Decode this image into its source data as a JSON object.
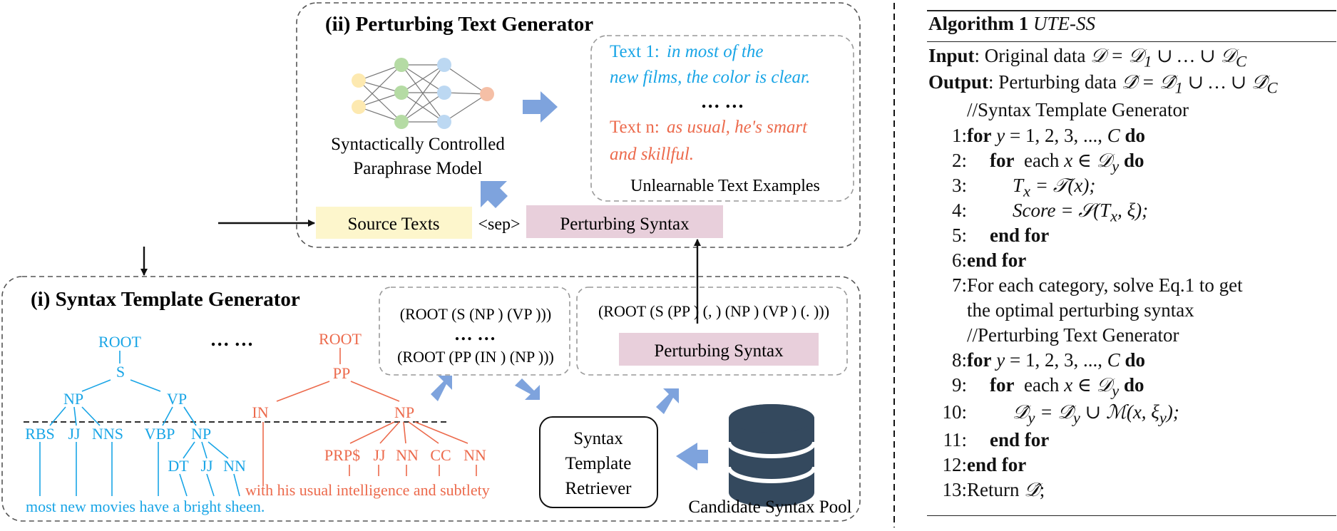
{
  "colors": {
    "blue": "#19a5e6",
    "red": "#ec6a4c",
    "arrow_blue": "#7ea3dd",
    "db": "#34495e",
    "source_fill": "#fdf6cc",
    "syntax_fill": "#e8cfdb"
  },
  "generator": {
    "title": "(ii) Perturbing Text Generator",
    "model_label_1": "Syntactically Controlled",
    "model_label_2": "Paraphrase Model",
    "examples": {
      "text1_label": "Text 1:",
      "text1_line1": "in most of the",
      "text1_line2": "new films, the color is clear.",
      "ellipsis": "… …",
      "textn_label": "Text n:",
      "textn_line1": "as usual, he's smart",
      "textn_line2": "and skillful.",
      "caption": "Unlearnable Text Examples"
    },
    "source_texts": "Source Texts",
    "sep": "<sep>",
    "perturbing_syntax": "Perturbing Syntax"
  },
  "template_generator": {
    "title": "(i) Syntax Template Generator",
    "ellipsis": "… …",
    "tree1": {
      "root": "ROOT",
      "s": "S",
      "np": "NP",
      "vp": "VP",
      "rbs": "RBS",
      "jj": "JJ",
      "nns": "NNS",
      "vbp": "VBP",
      "np2": "NP",
      "dt": "DT",
      "jj2": "JJ",
      "nn": "NN",
      "sentence": "most new movies have a bright sheen."
    },
    "tree2": {
      "root": "ROOT",
      "pp": "PP",
      "in": "IN",
      "np": "NP",
      "prp": "PRP$",
      "jj": "JJ",
      "nn": "NN",
      "cc": "CC",
      "nn2": "NN",
      "sentence": "with his usual intelligence and subtlety"
    },
    "templates_box": {
      "line1": "(ROOT (S (NP ) (VP )))",
      "ellipsis": "… …",
      "line2": "(ROOT (PP (IN ) (NP )))"
    },
    "selected_box": {
      "line1": "(ROOT (S (PP ) (, ) (NP ) (VP ) (. )))",
      "label": "Perturbing Syntax"
    },
    "retriever": {
      "line1": "Syntax",
      "line2": "Template",
      "line3": "Retriever"
    },
    "pool": "Candidate Syntax Pool"
  },
  "algorithm": {
    "caption_bold": "Algorithm 1",
    "caption_italic": "UTE-SS",
    "input_label": "Input",
    "input_text": ": Original data ",
    "output_label": "Output",
    "output_text": ": Perturbing data ",
    "comment1": "//Syntax Template Generator",
    "comment2": "//Perturbing Text Generator",
    "lines": [
      {
        "n": "1:",
        "text": "for y = 1, 2, 3, ..., C do"
      },
      {
        "n": "2:",
        "text": "for each x ∈ D_y do"
      },
      {
        "n": "3:",
        "text": "T_x = 𝒯(x);"
      },
      {
        "n": "4:",
        "text": "Score = 𝒮(T_x, ξ);"
      },
      {
        "n": "5:",
        "text": "end for"
      },
      {
        "n": "6:",
        "text": "end for"
      },
      {
        "n": "7:",
        "text": "For each category, solve Eq.1 to get"
      },
      {
        "n": "",
        "text": "the optimal perturbing syntax"
      },
      {
        "n": "8:",
        "text": "for y = 1, 2, 3, ..., C do"
      },
      {
        "n": "9:",
        "text": "for each x ∈ D_y do"
      },
      {
        "n": "10:",
        "text": "D̂_y = D̂_y ∪ ℳ(x, ξ_y);"
      },
      {
        "n": "11:",
        "text": "end for"
      },
      {
        "n": "12:",
        "text": "end for"
      },
      {
        "n": "13:",
        "text": "Return D̂;"
      }
    ]
  }
}
